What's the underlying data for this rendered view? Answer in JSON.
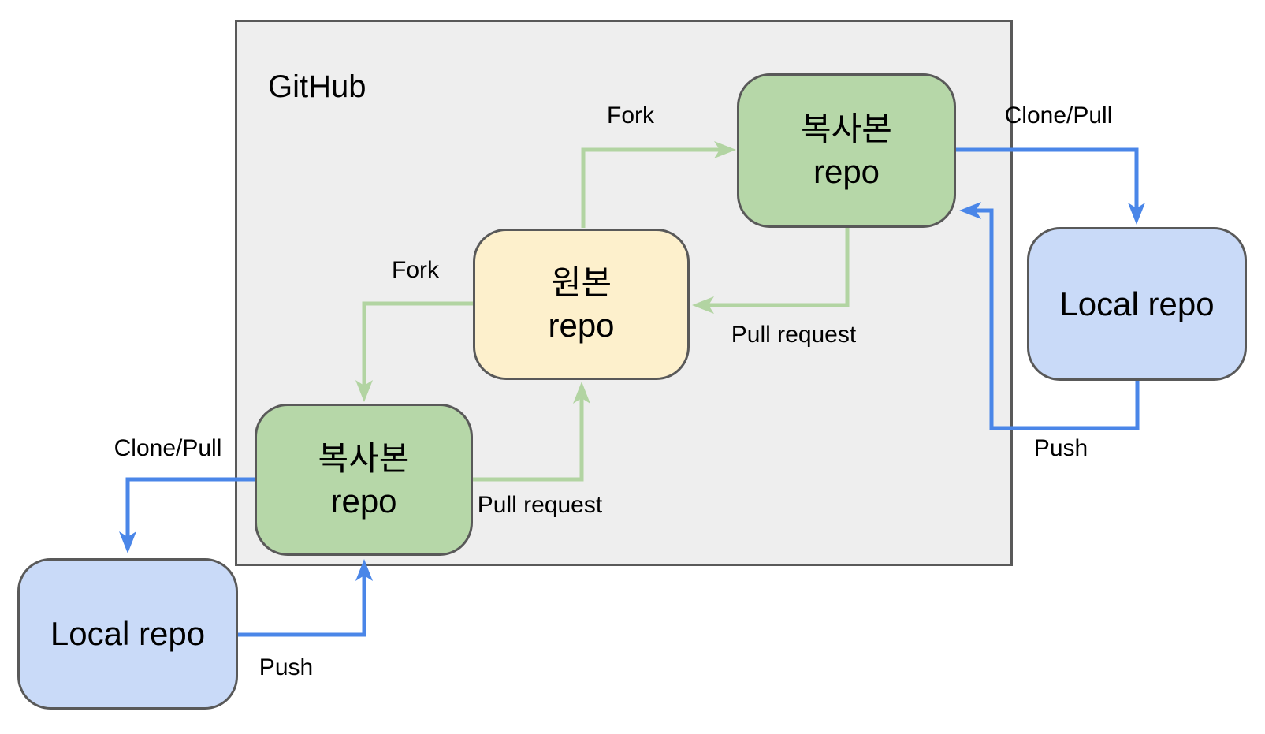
{
  "colors": {
    "canvas_bg": "#ffffff",
    "container_fill": "#eeeeee",
    "container_border": "#595959",
    "node_border": "#595959",
    "green_fill": "#b6d7a8",
    "yellow_fill": "#fdf0cc",
    "blue_fill": "#c9daf8",
    "green_arrow": "#b2d4a2",
    "blue_arrow": "#4a86e8"
  },
  "container": {
    "label": "GitHub"
  },
  "nodes": {
    "copy_repo_top": {
      "line1": "복사본",
      "line2": "repo"
    },
    "origin_repo": {
      "line1": "원본",
      "line2": "repo"
    },
    "copy_repo_bottom": {
      "line1": "복사본",
      "line2": "repo"
    },
    "local_repo_right": {
      "label": "Local repo"
    },
    "local_repo_left": {
      "label": "Local repo"
    }
  },
  "edge_labels": {
    "fork_top": "Fork",
    "fork_left": "Fork",
    "pull_request_top": "Pull request",
    "pull_request_bottom": "Pull request",
    "clone_pull_right": "Clone/Pull",
    "push_right": "Push",
    "clone_pull_left": "Clone/Pull",
    "push_left": "Push"
  }
}
